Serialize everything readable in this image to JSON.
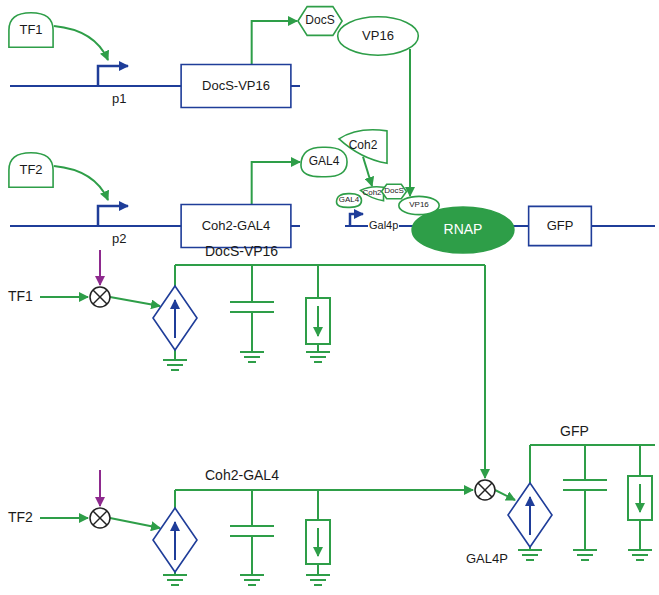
{
  "diagram": {
    "nodes": [
      {
        "text": [
          "TF1"
        ]
      },
      {
        "text": [
          "DocS-VP16"
        ]
      },
      {
        "text": [
          "DocS"
        ]
      },
      {
        "text": [
          "VP16"
        ]
      },
      {
        "text": [
          "TF2"
        ]
      },
      {
        "text": [
          "Coh2-GAL4"
        ]
      },
      {
        "text": [
          "GAL4"
        ]
      },
      {
        "text": [
          "Coh2"
        ]
      },
      {
        "text": [
          "GAL4"
        ]
      },
      {
        "text": [
          "Coh2"
        ]
      },
      {
        "text": [
          "DocS"
        ]
      },
      {
        "text": [
          "VP16"
        ]
      },
      {
        "text": [
          "RNAP"
        ]
      },
      {
        "text": [
          "GFP"
        ]
      }
    ],
    "edges": [
      {
        "from": 1,
        "to": 2,
        "arrow": "to"
      },
      {
        "from": 5,
        "to": 6,
        "arrow": "to"
      },
      {
        "from": 3,
        "to": 11,
        "arrow": "to"
      },
      {
        "from": 7,
        "to": 9,
        "arrow": "to"
      }
    ],
    "labels": [
      "p1",
      "p2",
      "Gal4p",
      "TF1",
      "DocS-VP16",
      "TF2",
      "Coh2-GAL4",
      "GFP",
      "GAL4P"
    ]
  }
}
